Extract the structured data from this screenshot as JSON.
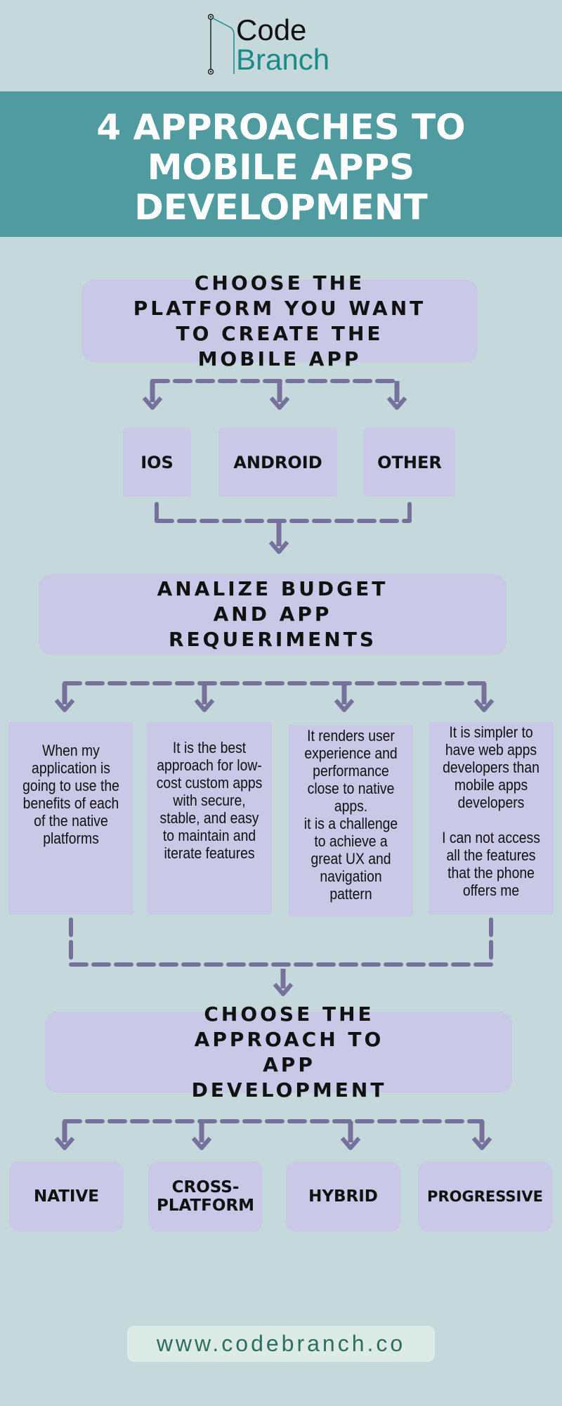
{
  "logo": {
    "line1": "Code",
    "line2": "Branch"
  },
  "title": [
    "4 APPROACHES TO",
    "MOBILE APPS",
    "DEVELOPMENT"
  ],
  "step1": "CHOOSE THE PLATFORM YOU WANT TO CREATE THE MOBILE APP",
  "platforms": [
    "IOS",
    "ANDROID",
    "OTHER"
  ],
  "step2": "ANALIZE BUDGET AND APP REQUERIMENTS",
  "cards": [
    "When my application is going to use the benefits of each of the native platforms",
    "It is the best approach for low-cost custom apps with secure, stable, and easy to maintain and iterate features",
    "It renders user experience and performance close to native apps.\nit is a challenge to achieve a great UX and navigation pattern",
    "It is simpler to have web apps developers than mobile apps developers\n\nI can not access all the features that the phone offers me"
  ],
  "step3": "CHOOSE THE APPROACH TO APP DEVELOPMENT",
  "approaches": [
    "NATIVE",
    "CROSS-PLATFORM",
    "HYBRID",
    "PROGRESSIVE"
  ],
  "url": "www.codebranch.co",
  "colors": {
    "background": "#c5d8db",
    "banner": "#4f9b9f",
    "box": "#c9c8e6",
    "connector": "#76719a",
    "brand_teal": "#1a8a86"
  }
}
